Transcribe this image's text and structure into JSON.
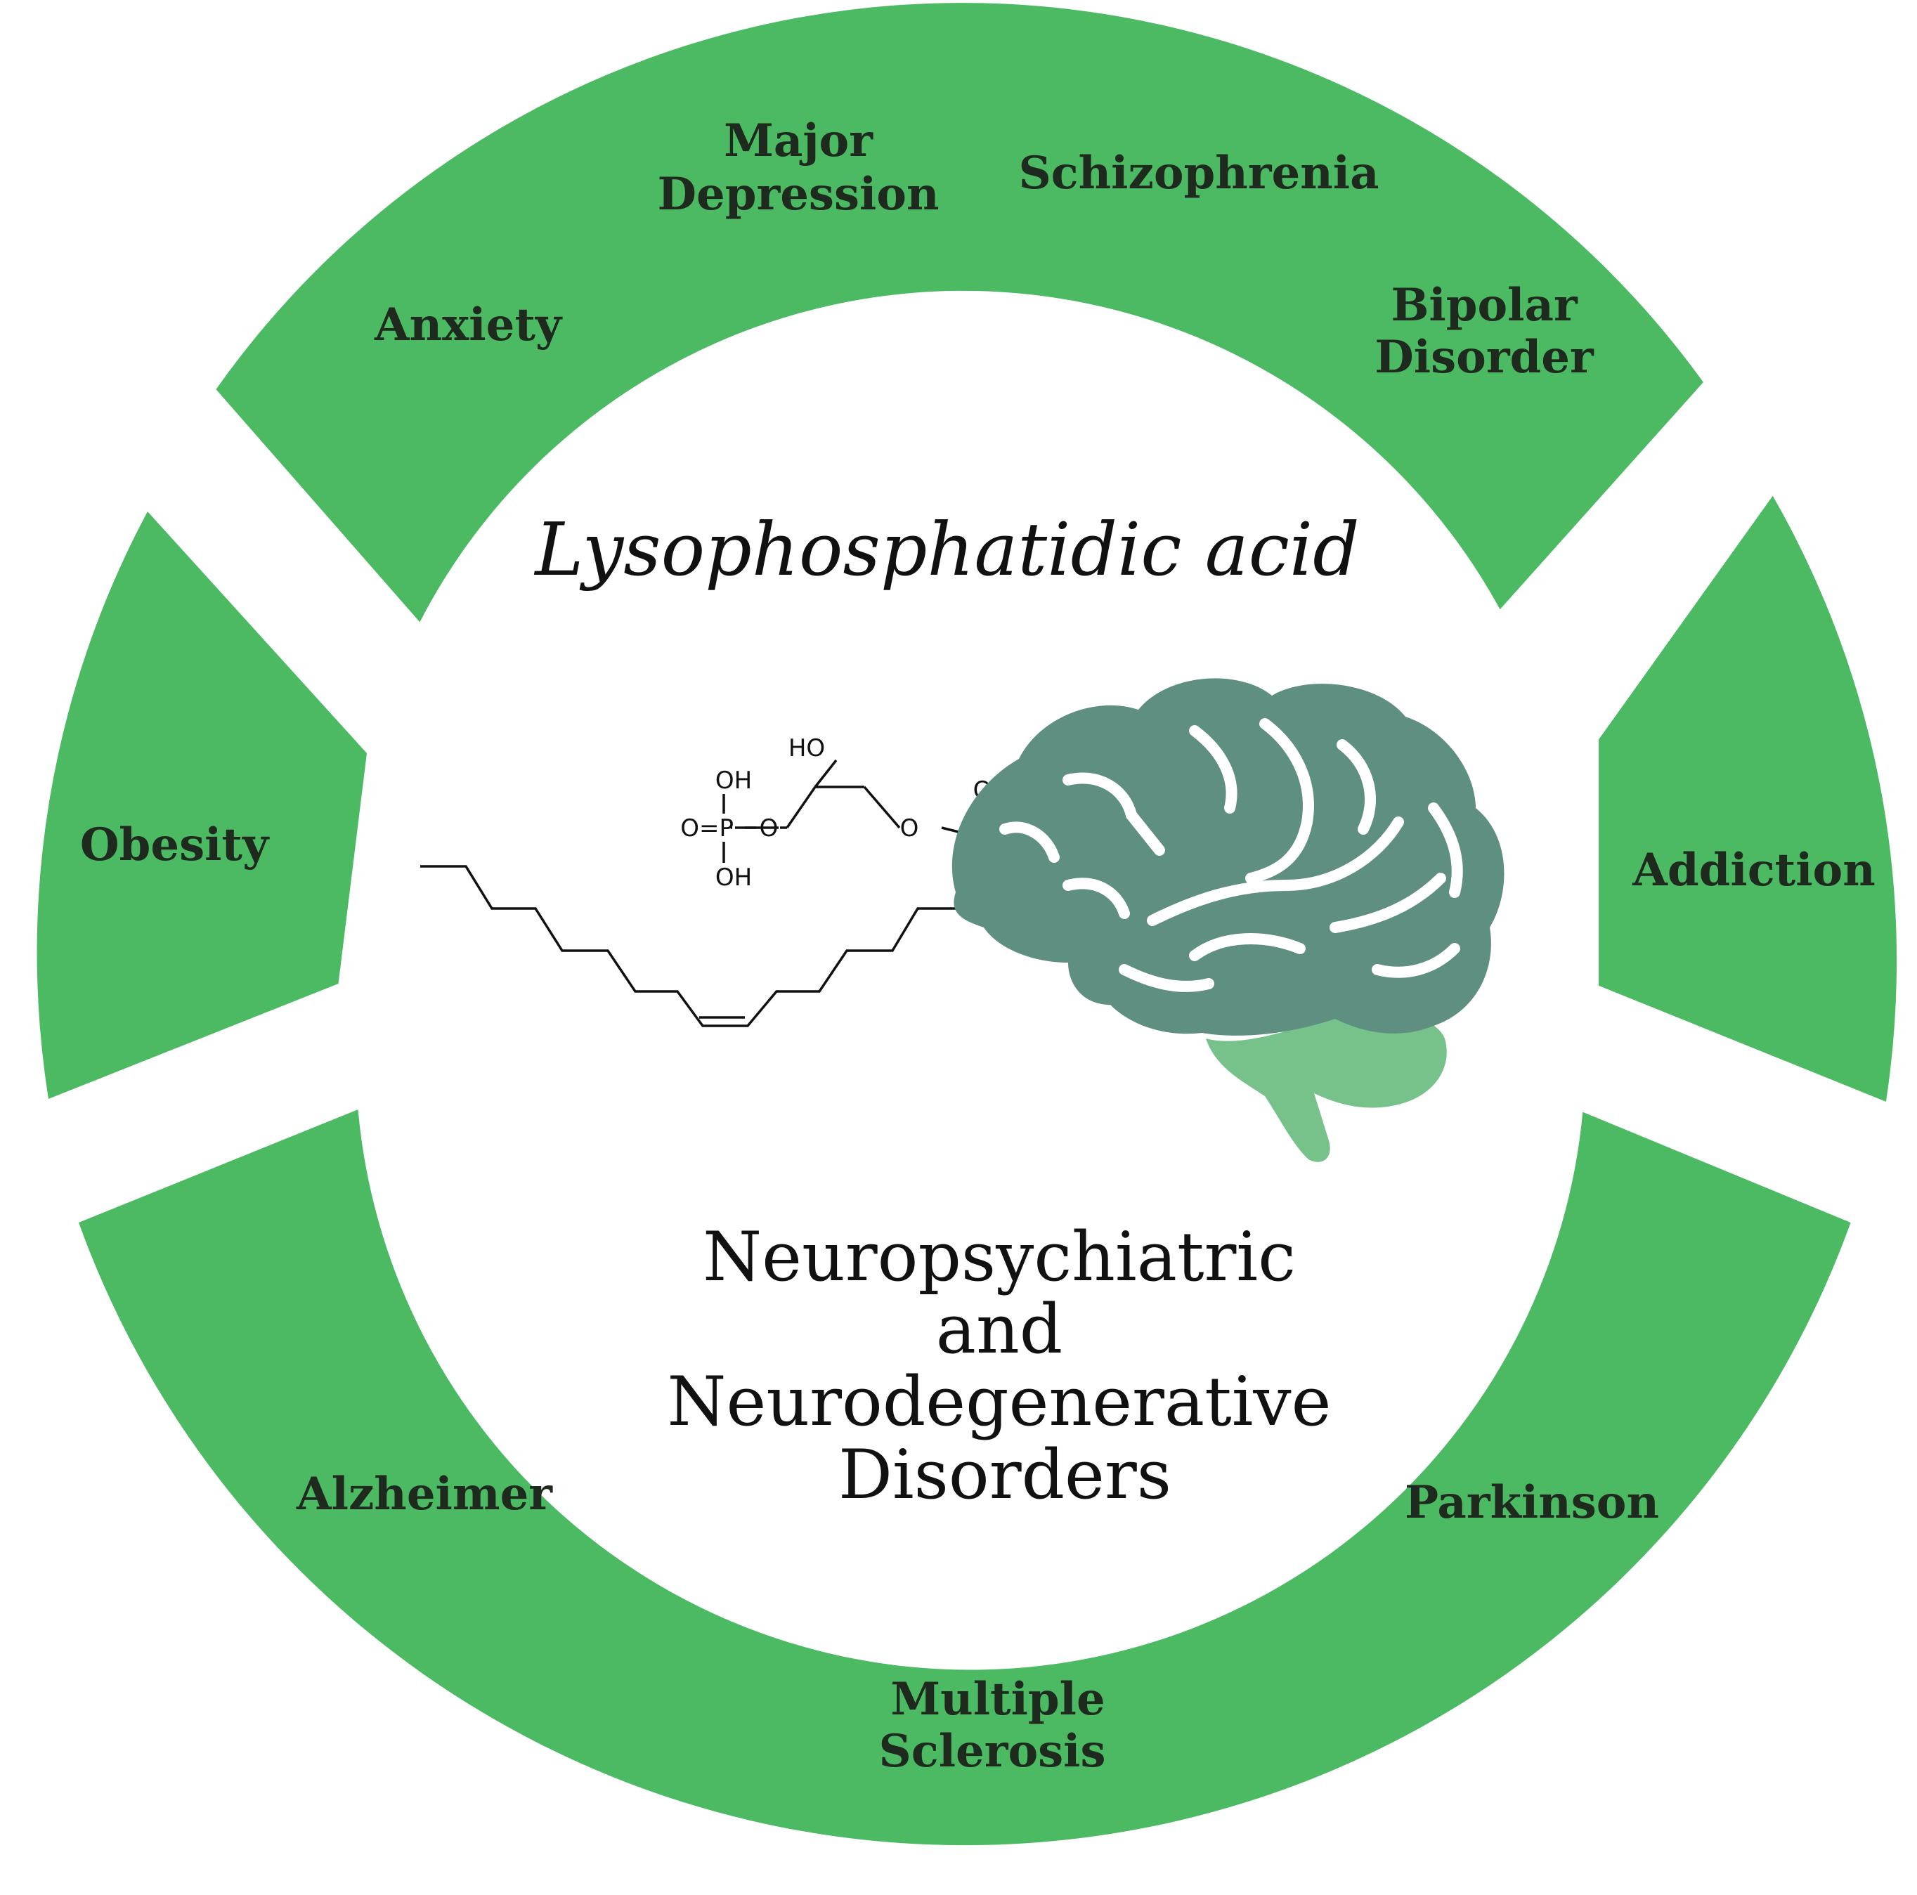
{
  "colors": {
    "ring": "#4cb963",
    "brain": "#5f8f80",
    "cerebellum": "#76c28a",
    "text": "#1e2a1e",
    "background": "#ffffff"
  },
  "center": {
    "title": "Lysophosphatidic acid",
    "subtitle": [
      "Neuropsychiatric",
      "and",
      "Neurodegenerative",
      "Disorders"
    ]
  },
  "segments": {
    "top": {
      "major_depression": [
        "Major",
        "Depression"
      ],
      "schizophrenia": "Schizophrenia",
      "anxiety": "Anxiety",
      "bipolar": [
        "Bipolar",
        "Disorder"
      ]
    },
    "left": {
      "obesity": "Obesity"
    },
    "right": {
      "addiction": "Addiction"
    },
    "bottom": {
      "alzheimer": "Alzheimer",
      "parkinson": "Parkinson",
      "multiple_sclerosis": [
        "Multiple",
        "Sclerosis"
      ]
    }
  },
  "molecule": {
    "oh_top": "OH",
    "oh_bottom": "OH",
    "ho": "HO",
    "o_eq_p": "O=P",
    "o_link": "O",
    "o_ester": "O",
    "o_carbonyl": "O"
  },
  "icons": {
    "brain": "brain-icon"
  }
}
